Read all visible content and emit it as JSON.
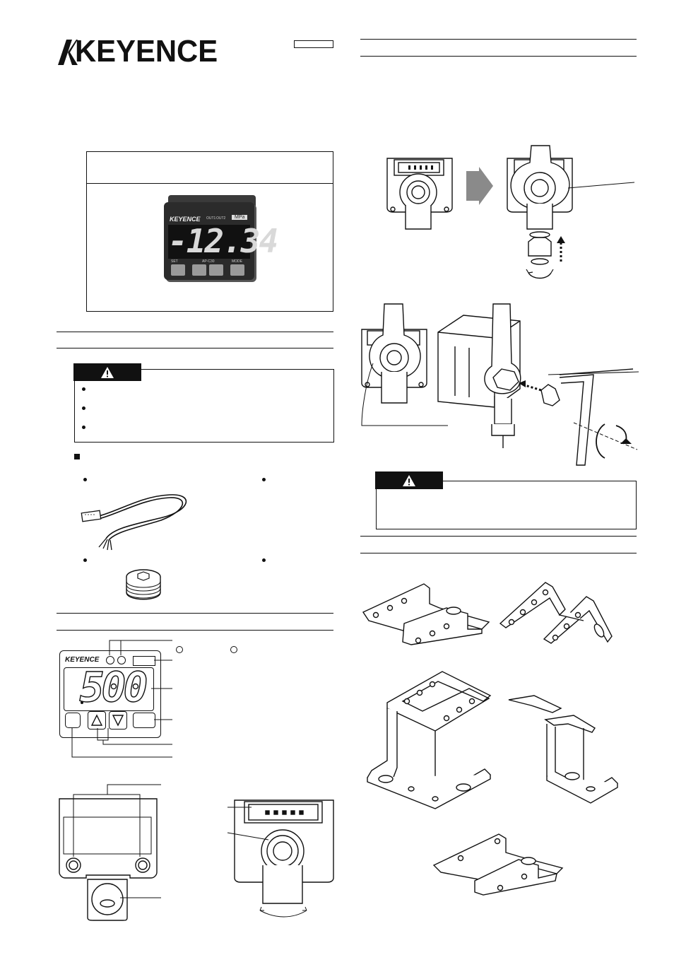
{
  "brand": {
    "logo_text": "KEYENCE"
  },
  "product_photo": {
    "brand_label": "KEYENCE",
    "display_value": "-12.34",
    "unit_label": "MPa",
    "indicator_labels": [
      "OUT1",
      "OUT2"
    ],
    "button_labels": [
      "SET",
      "AP-C30",
      "MODE"
    ]
  },
  "front_panel": {
    "brand_label": "KEYENCE",
    "display_value": "500"
  },
  "icons": {
    "warning": "warning-triangle-icon",
    "bullet": "bullet-dot-icon",
    "section_marker": "square-marker-icon",
    "up": "up-arrow-icon",
    "down": "down-arrow-icon"
  },
  "colors": {
    "ink": "#111111",
    "device_body": "#2b2b2b",
    "display_digits": "#d9d9d9",
    "arrow_gray": "#8a8a8a"
  }
}
